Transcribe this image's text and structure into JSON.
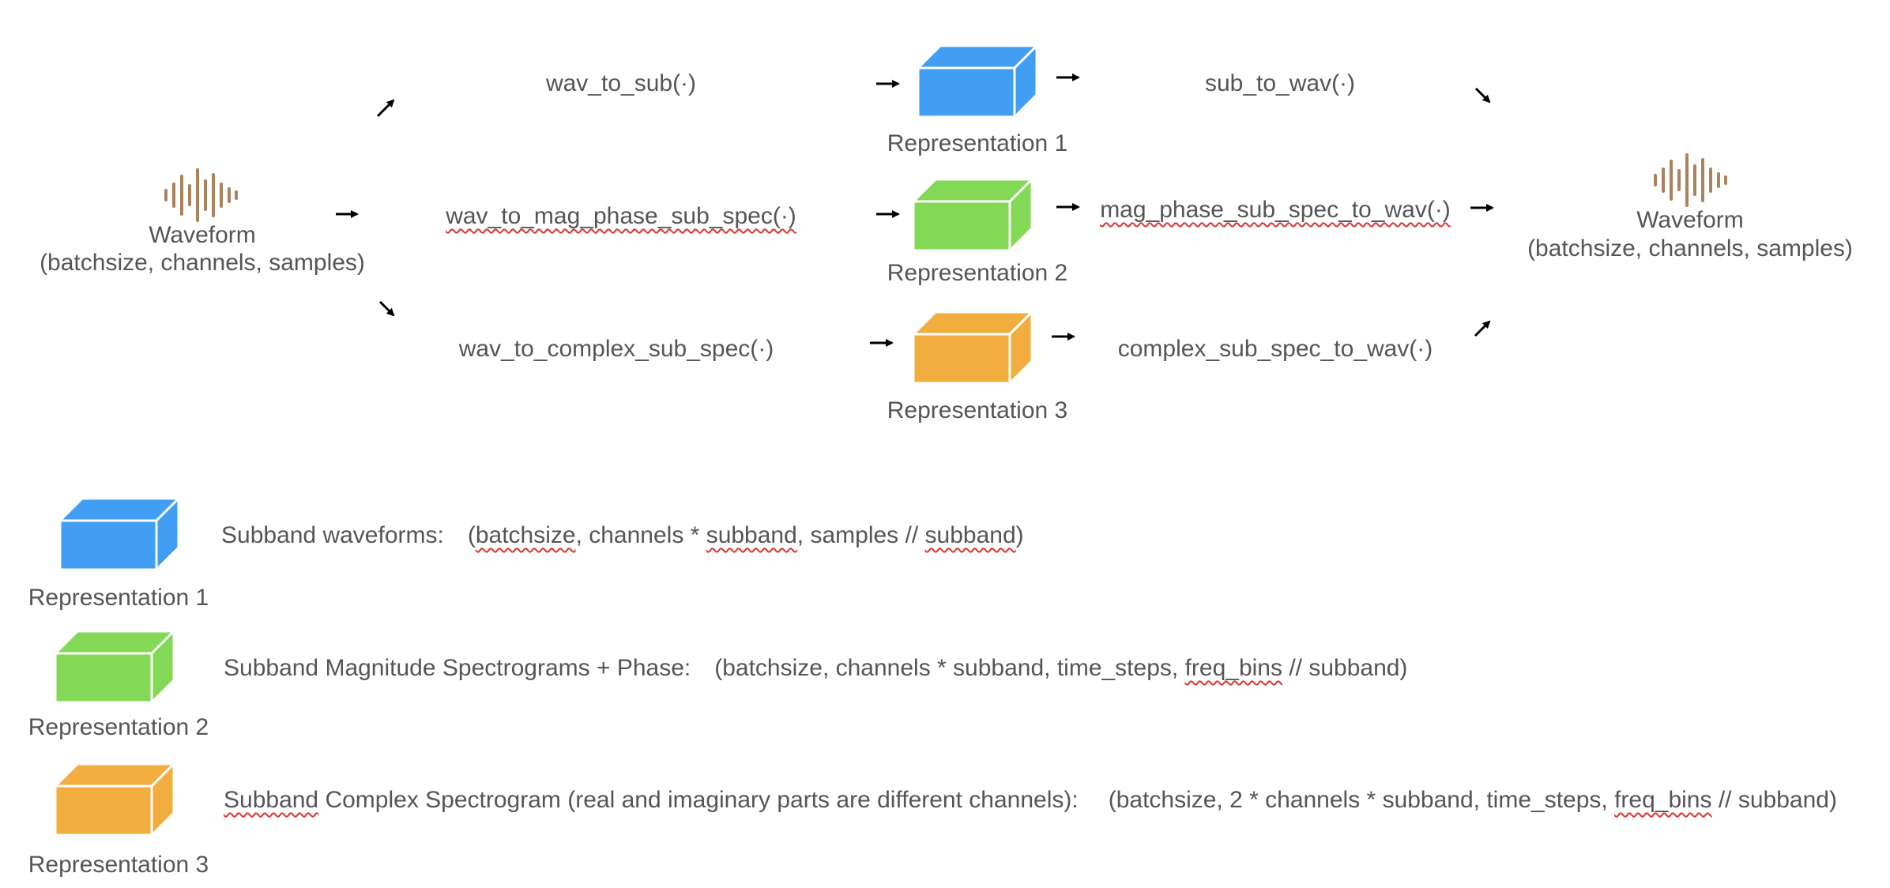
{
  "colors": {
    "rep1": "#419ef3",
    "rep2": "#83d855",
    "rep3": "#f2ad3f",
    "waveform_icon": "#a9825e",
    "text": "#555555",
    "arrow": "#000000"
  },
  "input": {
    "title": "Waveform",
    "shape": "(batchsize, channels, samples)",
    "icon": "waveform-icon"
  },
  "output": {
    "title": "Waveform",
    "shape": "(batchsize, channels, samples)",
    "icon": "waveform-icon"
  },
  "rows": [
    {
      "forward": "wav_to_sub(·)",
      "representation": "Representation 1",
      "inverse": "sub_to_wav(·)"
    },
    {
      "forward": "wav_to_mag_phase_sub_spec(·)",
      "representation": "Representation 2",
      "inverse": "mag_phase_sub_spec_to_wav(·)"
    },
    {
      "forward": "wav_to_complex_sub_spec(·)",
      "representation": "Representation 3",
      "inverse": "complex_sub_spec_to_wav(·)"
    }
  ],
  "legend": [
    {
      "label": "Representation 1",
      "description": "Subband waveforms:",
      "shape_parts": [
        "(",
        "batchsize",
        ", channels * ",
        "subband",
        ", samples // ",
        "subband",
        ")"
      ]
    },
    {
      "label": "Representation 2",
      "description": "Subband Magnitude Spectrograms + Phase:",
      "shape_parts": [
        "(batchsize, channels * subband, time_steps, ",
        "freq_bins",
        " // subband)"
      ]
    },
    {
      "label": "Representation 3",
      "description_parts": [
        "Subband",
        " Complex Spectrogram (real and imaginary parts are different channels):"
      ],
      "shape_parts": [
        "(batchsize, 2 * channels * subband, time_steps, ",
        "freq_bins",
        " // subband)"
      ]
    }
  ]
}
